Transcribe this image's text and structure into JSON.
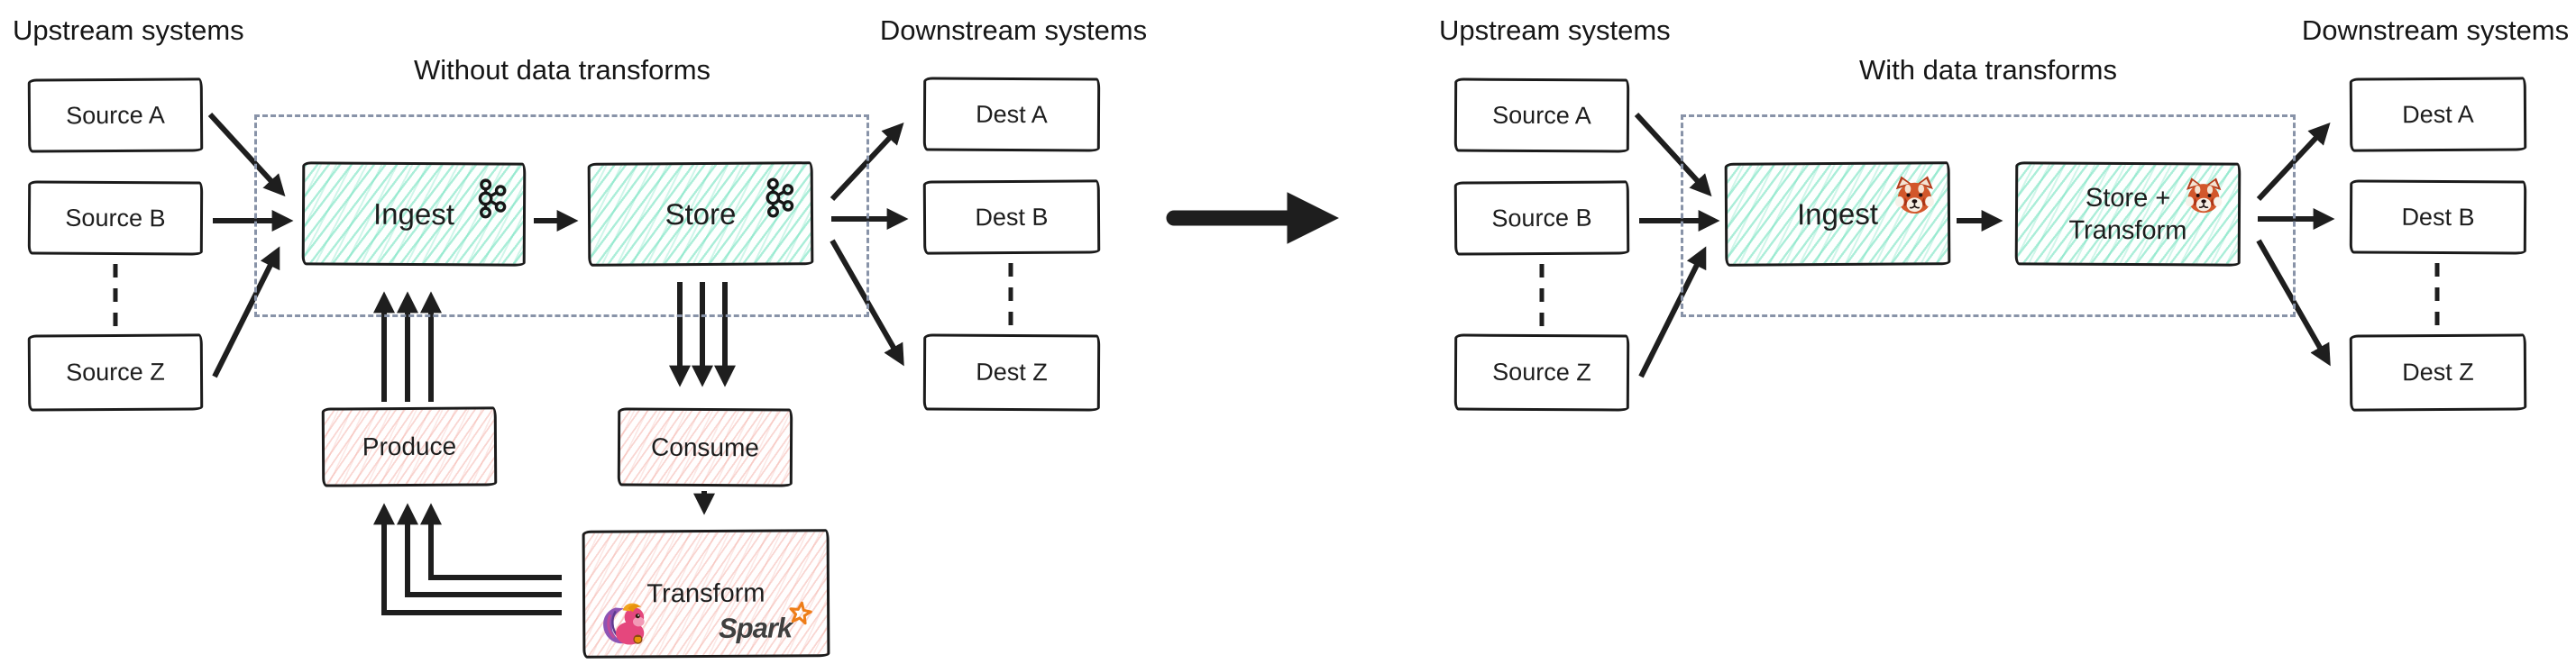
{
  "colors": {
    "teal_box_bg": "#eefaf5",
    "teal_hatch": "#68e0ba",
    "pink_box_bg": "#fdf5f3",
    "pink_hatch": "#f2a69c",
    "box_border": "#1b1b1b",
    "dashed_border": "#8893a8",
    "arrow": "#1e1e1e",
    "text": "#1d1d1d",
    "spark_orange": "#ee7d18",
    "spark_text": "#3f3f3f"
  },
  "left": {
    "upstream_title": "Upstream systems",
    "diagram_title": "Without data transforms",
    "downstream_title": "Downstream systems",
    "sources": [
      "Source A",
      "Source B",
      "Source Z"
    ],
    "dests": [
      "Dest A",
      "Dest B",
      "Dest Z"
    ],
    "ingest_label": "Ingest",
    "store_label": "Store",
    "produce_label": "Produce",
    "consume_label": "Consume",
    "transform_label": "Transform",
    "spark_label": "Spark",
    "ingest_icon": "kafka-icon",
    "store_icon": "kafka-icon",
    "transform_icons": [
      "flink-squirrel-icon",
      "spark-logo"
    ]
  },
  "right": {
    "upstream_title": "Upstream systems",
    "diagram_title": "With data transforms",
    "downstream_title": "Downstream systems",
    "sources": [
      "Source A",
      "Source B",
      "Source Z"
    ],
    "dests": [
      "Dest A",
      "Dest B",
      "Dest Z"
    ],
    "ingest_label": "Ingest",
    "store_transform_lines": [
      "Store +",
      "Transform"
    ],
    "ingest_icon": "redpanda-icon",
    "store_icon": "redpanda-icon"
  }
}
